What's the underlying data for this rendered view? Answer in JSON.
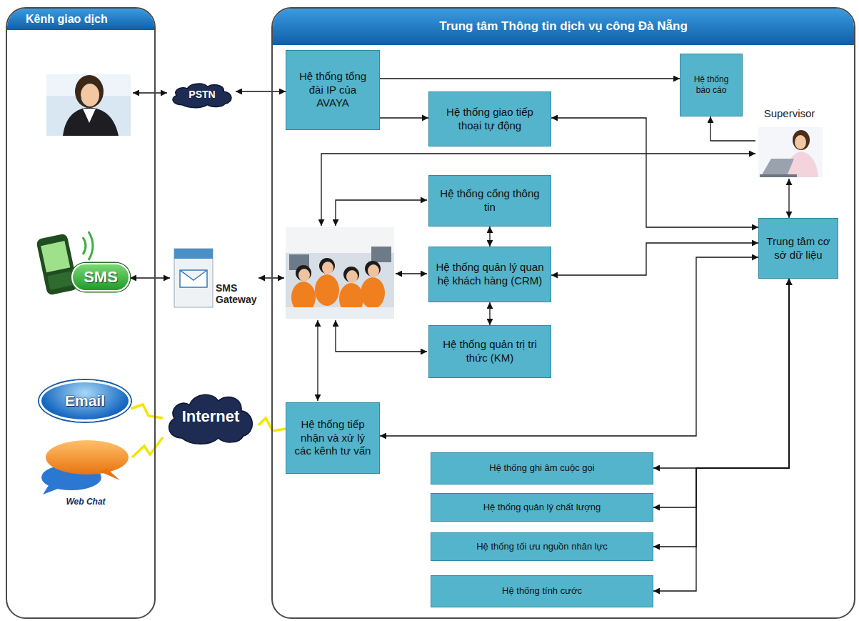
{
  "diagram": {
    "nodes": [
      {
        "text": [
          "Kênh giao dịch"
        ]
      },
      {
        "text": [
          "SMS"
        ],
        "in": 0
      },
      {
        "text": [
          "Email"
        ],
        "in": 0
      },
      {
        "text": [
          "Web Chat"
        ],
        "in": 0
      },
      {
        "text": [
          "PSTN"
        ]
      },
      {
        "text": [
          "SMS Gateway"
        ]
      },
      {
        "text": [
          "Internet"
        ]
      },
      {
        "text": [
          "Trung tâm Thông tin dịch vụ công Đà Nẵng"
        ]
      },
      {
        "text": [
          "Hệ thống tổng đài IP của AVAYA"
        ],
        "in": 7
      },
      {
        "text": [
          "Hệ thống báo cáo"
        ],
        "in": 7
      },
      {
        "text": [
          "Hệ thống giao tiếp thoại tự động"
        ],
        "in": 7
      },
      {
        "text": [
          "Supervisor"
        ],
        "in": 7
      },
      {
        "text": [
          "Hệ thống cổng thông tin"
        ],
        "in": 7
      },
      {
        "text": [
          "Hệ thống quản lý quan hệ khách hàng (CRM)"
        ],
        "in": 7
      },
      {
        "text": [
          "Trung tâm cơ sở dữ liệu"
        ],
        "in": 7
      },
      {
        "text": [
          "Hệ thống quản trị tri thức (KM)"
        ],
        "in": 7
      },
      {
        "text": [
          "Hệ thống tiếp nhận và xử lý các kênh tư vấn"
        ],
        "in": 7
      },
      {
        "text": [
          "Hệ thống ghi âm cuộc gọi"
        ],
        "in": 7
      },
      {
        "text": [
          "Hệ thống quản lý chất lượng"
        ],
        "in": 7
      },
      {
        "text": [
          "Hệ thống tối ưu nguồn nhân lực"
        ],
        "in": 7
      },
      {
        "text": [
          "Hệ thống tính cước"
        ],
        "in": 7
      }
    ],
    "edges": [
      {
        "from": 4,
        "to": 8,
        "arrow": "both"
      },
      {
        "from": 8,
        "to": 9,
        "arrow": "to"
      },
      {
        "from": 8,
        "to": 10,
        "arrow": "to"
      },
      {
        "from": 10,
        "to": 14,
        "arrow": "both"
      },
      {
        "from": 11,
        "to": 9,
        "arrow": "to"
      },
      {
        "from": 11,
        "to": 14,
        "arrow": "both"
      },
      {
        "from": 12,
        "to": 13,
        "arrow": "both"
      },
      {
        "from": 13,
        "to": 15,
        "arrow": "both"
      },
      {
        "from": 13,
        "to": 14,
        "arrow": "both"
      },
      {
        "from": 14,
        "to": 16,
        "arrow": "both"
      },
      {
        "from": 14,
        "to": 17,
        "arrow": "both"
      },
      {
        "from": 14,
        "to": 18,
        "arrow": "both"
      },
      {
        "from": 14,
        "to": 19,
        "arrow": "both"
      },
      {
        "from": 14,
        "to": 20,
        "arrow": "both"
      },
      {
        "from": 1,
        "to": 5,
        "arrow": "both"
      },
      {
        "from": 2,
        "to": 6,
        "arrow": "none"
      },
      {
        "from": 3,
        "to": 6,
        "arrow": "none"
      },
      {
        "from": 6,
        "to": 16,
        "arrow": "none"
      }
    ]
  }
}
